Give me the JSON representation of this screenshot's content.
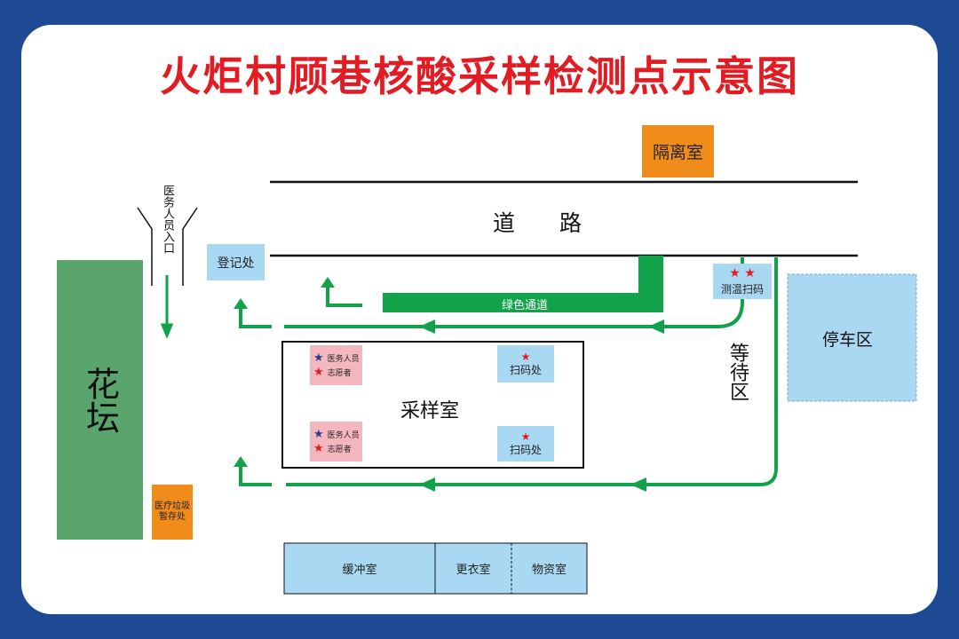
{
  "title": "火炬村顾巷核酸采样检测点示意图",
  "rooms": {
    "isolation": "隔离室",
    "road": "道　　路",
    "registration": "登记处",
    "green_channel": "绿色通道",
    "temp_scan": "测温扫码",
    "parking": "停车区",
    "waiting": "等待区",
    "sampling_room": "采样室",
    "scan_point_top": "扫码处",
    "scan_point_bottom": "扫码处",
    "medical_staff_top": "医务人员",
    "volunteer_top": "志愿者",
    "medical_staff_bottom": "医务人员",
    "volunteer_bottom": "志愿者",
    "flower_bed": "花坛",
    "medical_waste": "医疗垃圾暂存处",
    "buffer_room": "缓冲室",
    "changing_room": "更衣室",
    "supply_room": "物资室",
    "staff_entrance": "医务人员入口"
  },
  "colors": {
    "brand_blue": "#1e4a93",
    "title_red": "#e31b23",
    "path_green": "#11a24a",
    "light_blue": "#a9d8f3",
    "orange": "#f08c1a",
    "pink": "#f4b7bd",
    "garden_green": "#5aa56e"
  },
  "icons": {
    "staff_marker": "blue-star-icon",
    "volunteer_marker": "red-star-icon"
  }
}
